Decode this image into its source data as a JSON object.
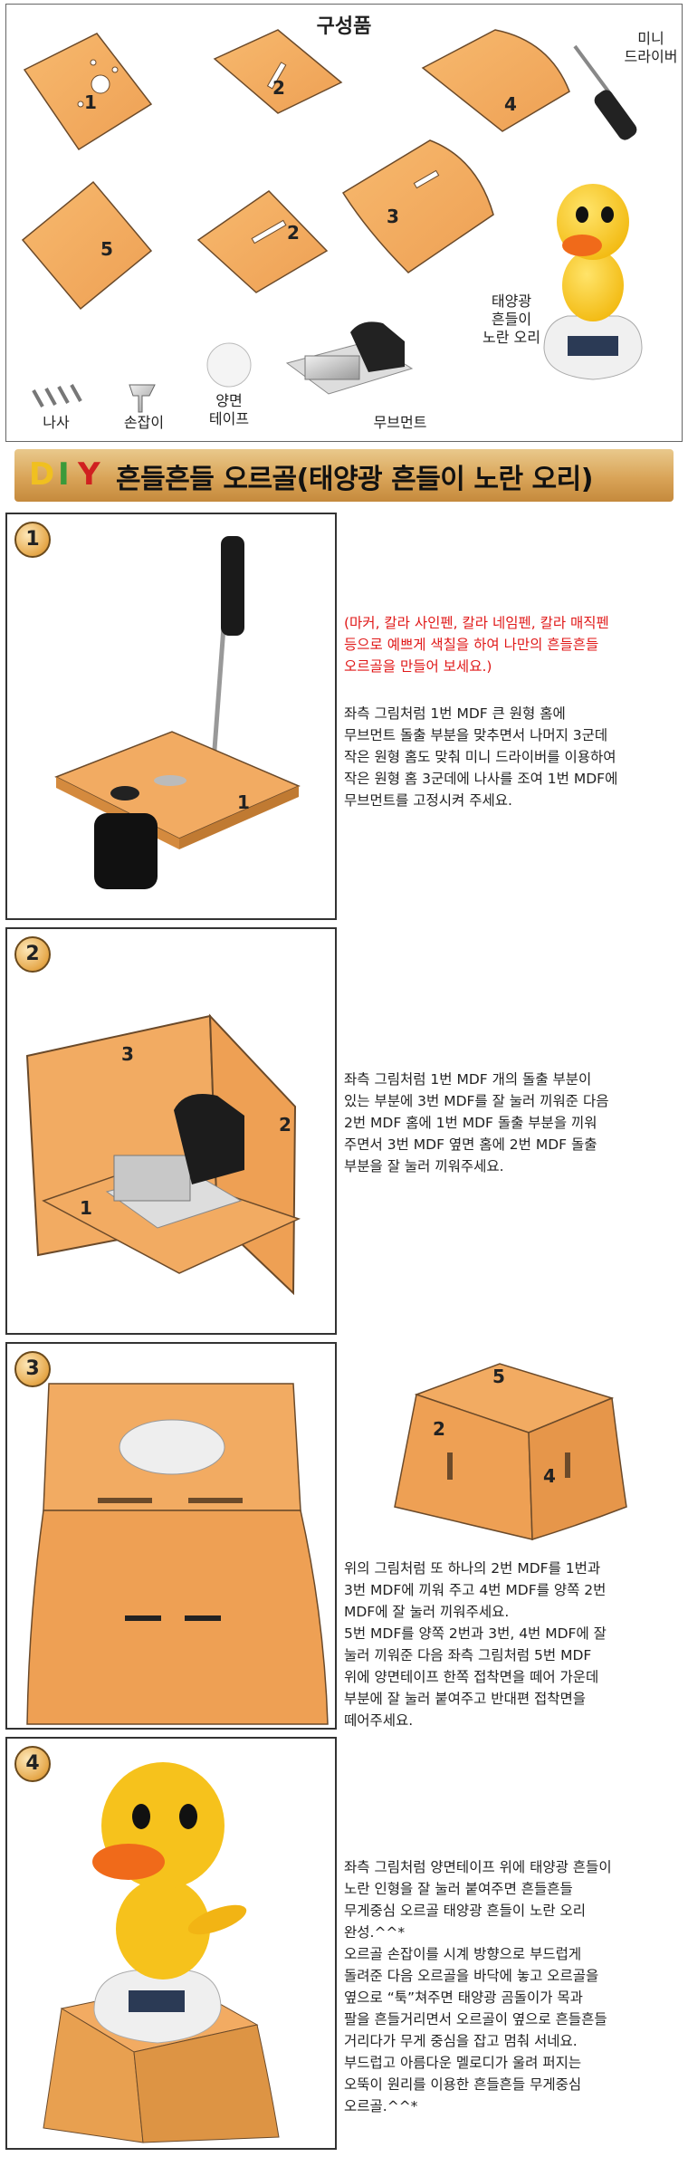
{
  "parts": {
    "title": "구성품",
    "mdf_numbers": [
      "1",
      "2",
      "4",
      "5",
      "2",
      "3"
    ],
    "mini_driver": "미니\n드라이버",
    "solar_duck": "태양광\n흔들이\n노란 오리",
    "screw": "나사",
    "handle": "손잡이",
    "tape": "양면\n테이프",
    "movement": "무브먼트"
  },
  "banner": {
    "diy": [
      "D",
      "I",
      "Y"
    ],
    "title": "흔들흔들 오르골(태양광 흔들이 노란 오리)"
  },
  "steps": [
    {
      "number": "1",
      "figure_labels": [
        "1"
      ],
      "note": "(마커, 칼라 사인펜, 칼라 네임펜, 칼라 매직펜\n등으로 예쁘게 색칠을 하여 나만의 흔들흔들\n오르골을 만들어 보세요.)",
      "text": "좌측 그림처럼 1번 MDF 큰 원형 홈에\n무브먼트 돌출 부분을 맞추면서 나머지 3군데\n작은 원형 홈도 맞춰 미니 드라이버를 이용하여\n작은 원형 홈 3군데에 나사를 조여 1번 MDF에\n무브먼트를 고정시켜 주세요."
    },
    {
      "number": "2",
      "figure_labels": [
        "3",
        "2",
        "1"
      ],
      "text": "좌측 그림처럼 1번 MDF 개의 돌출 부분이\n있는 부분에 3번 MDF를 잘 눌러 끼워준 다음\n2번 MDF 홈에 1번 MDF 돌출 부분을 끼워\n주면서 3번 MDF 옆면 홈에 2번 MDF 돌출\n부분을 잘 눌러 끼워주세요."
    },
    {
      "number": "3",
      "figure_labels": [
        "5",
        "2",
        "4"
      ],
      "text": "위의 그림처럼 또 하나의 2번 MDF를 1번과\n3번 MDF에 끼워 주고 4번 MDF를 양쪽 2번\nMDF에 잘 눌러 끼워주세요.\n5번 MDF를 양쪽 2번과 3번, 4번 MDF에 잘\n눌러 끼워준 다음 좌측 그림처럼 5번 MDF\n위에 양면테이프 한쪽 접착면을 떼어 가운데\n부분에 잘 눌러 붙여주고 반대편 접착면을\n떼어주세요."
    },
    {
      "number": "4",
      "text": "좌측 그림처럼 양면테이프 위에 태양광 흔들이\n노란 인형을 잘 눌러 붙여주면 흔들흔들\n무게중심 오르골 태양광 흔들이 노란 오리\n완성.^^*\n오르골 손잡이를 시계 방향으로 부드럽게\n돌려준 다음 오르골을 바닥에 놓고 오르골을\n옆으로 “툭”쳐주면 태양광 곰돌이가 목과\n팔을 흔들거리면서 오르골이 옆으로 흔들흔들\n거리다가 무게 중심을 잡고 멈춰 서네요.\n부드럽고 아름다운 멜로디가 울려 퍼지는\n오뚝이 원리를 이용한 흔들흔들 무게중심\n오르골.^^*"
    }
  ],
  "colors": {
    "mdf": "#f2ab62",
    "mdf_edge": "#6b4a2a",
    "duck": "#f6c21c",
    "beak": "#f06a1a",
    "red_note": "#e01818",
    "diy_d": "#f0c020",
    "diy_i": "#3a9a3a",
    "diy_y": "#d02020"
  },
  "icons": [
    "screw-icon",
    "handle-icon",
    "tape-icon",
    "movement-icon",
    "screwdriver-icon",
    "duck-icon"
  ]
}
